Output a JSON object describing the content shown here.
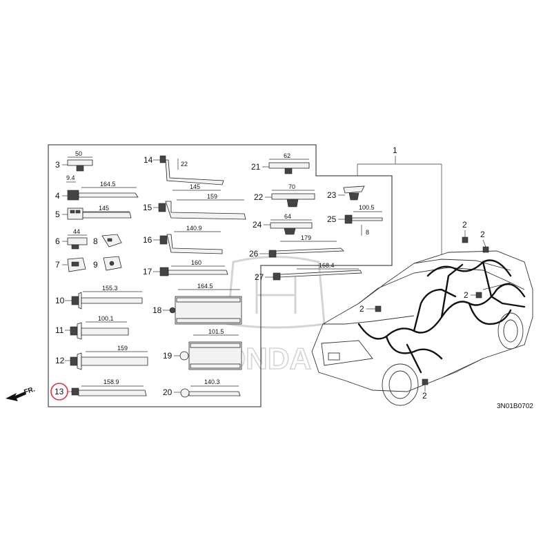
{
  "diagram": {
    "code": "3N01B0702",
    "front_label": "FR.",
    "watermark": "HONDA",
    "main_callout": "1",
    "highlight_color": "#e0333a",
    "highlighted_part": "13",
    "parts": [
      {
        "id": "3",
        "dims": [
          "50"
        ]
      },
      {
        "id": "4",
        "dims": [
          "9.4",
          "164.5"
        ]
      },
      {
        "id": "5",
        "dims": [
          "145"
        ]
      },
      {
        "id": "6",
        "dims": [
          "44"
        ]
      },
      {
        "id": "7",
        "dims": []
      },
      {
        "id": "8",
        "dims": []
      },
      {
        "id": "9",
        "dims": []
      },
      {
        "id": "10",
        "dims": [
          "155.3"
        ]
      },
      {
        "id": "11",
        "dims": [
          "100.1"
        ]
      },
      {
        "id": "12",
        "dims": [
          "159"
        ]
      },
      {
        "id": "13",
        "dims": [
          "158.9"
        ]
      },
      {
        "id": "14",
        "dims": [
          "22",
          "145"
        ]
      },
      {
        "id": "15",
        "dims": [
          "159"
        ]
      },
      {
        "id": "16",
        "dims": [
          "140.9"
        ]
      },
      {
        "id": "17",
        "dims": [
          "160"
        ]
      },
      {
        "id": "18",
        "dims": [
          "164.5"
        ]
      },
      {
        "id": "19",
        "dims": [
          "101.5"
        ]
      },
      {
        "id": "20",
        "dims": [
          "140.3"
        ]
      },
      {
        "id": "21",
        "dims": [
          "62"
        ]
      },
      {
        "id": "22",
        "dims": [
          "70"
        ]
      },
      {
        "id": "23",
        "dims": []
      },
      {
        "id": "24",
        "dims": [
          "64"
        ]
      },
      {
        "id": "25",
        "dims": [
          "100.5",
          "8"
        ]
      },
      {
        "id": "26",
        "dims": [
          "179"
        ]
      },
      {
        "id": "27",
        "dims": [
          "168.4"
        ]
      }
    ],
    "bolt_label": "2"
  }
}
